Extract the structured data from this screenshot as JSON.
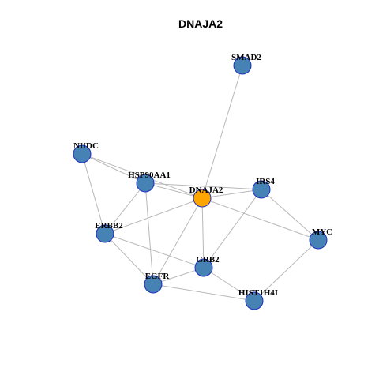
{
  "graph": {
    "title": "DNAJA2",
    "colors": {
      "node": "#4682b4",
      "center": "#ffa500",
      "outline": "#1f2fbf",
      "edge": "#b8b8b8"
    },
    "nodes": [
      {
        "id": "SMAD2",
        "label": "SMAD2",
        "center": false
      },
      {
        "id": "NUDC",
        "label": "NUDC",
        "center": false
      },
      {
        "id": "HSP90AA1",
        "label": "HSP90AA1",
        "center": false
      },
      {
        "id": "DNAJA2",
        "label": "DNAJA2",
        "center": true
      },
      {
        "id": "IRS4",
        "label": "IRS4",
        "center": false
      },
      {
        "id": "ERBB2",
        "label": "ERBB2",
        "center": false
      },
      {
        "id": "MYC",
        "label": "MYC",
        "center": false
      },
      {
        "id": "GRB2",
        "label": "GRB2",
        "center": false
      },
      {
        "id": "EGFR",
        "label": "EGFR",
        "center": false
      },
      {
        "id": "HIST1H4I",
        "label": "HIST1H4I",
        "center": false
      }
    ],
    "edges": [
      [
        "SMAD2",
        "DNAJA2"
      ],
      [
        "NUDC",
        "HSP90AA1"
      ],
      [
        "NUDC",
        "DNAJA2"
      ],
      [
        "NUDC",
        "ERBB2"
      ],
      [
        "HSP90AA1",
        "DNAJA2"
      ],
      [
        "HSP90AA1",
        "IRS4"
      ],
      [
        "HSP90AA1",
        "ERBB2"
      ],
      [
        "HSP90AA1",
        "EGFR"
      ],
      [
        "DNAJA2",
        "IRS4"
      ],
      [
        "DNAJA2",
        "ERBB2"
      ],
      [
        "DNAJA2",
        "MYC"
      ],
      [
        "DNAJA2",
        "GRB2"
      ],
      [
        "DNAJA2",
        "EGFR"
      ],
      [
        "IRS4",
        "MYC"
      ],
      [
        "IRS4",
        "GRB2"
      ],
      [
        "ERBB2",
        "GRB2"
      ],
      [
        "ERBB2",
        "EGFR"
      ],
      [
        "MYC",
        "HIST1H4I"
      ],
      [
        "GRB2",
        "HIST1H4I"
      ],
      [
        "GRB2",
        "EGFR"
      ],
      [
        "EGFR",
        "HIST1H4I"
      ]
    ]
  }
}
